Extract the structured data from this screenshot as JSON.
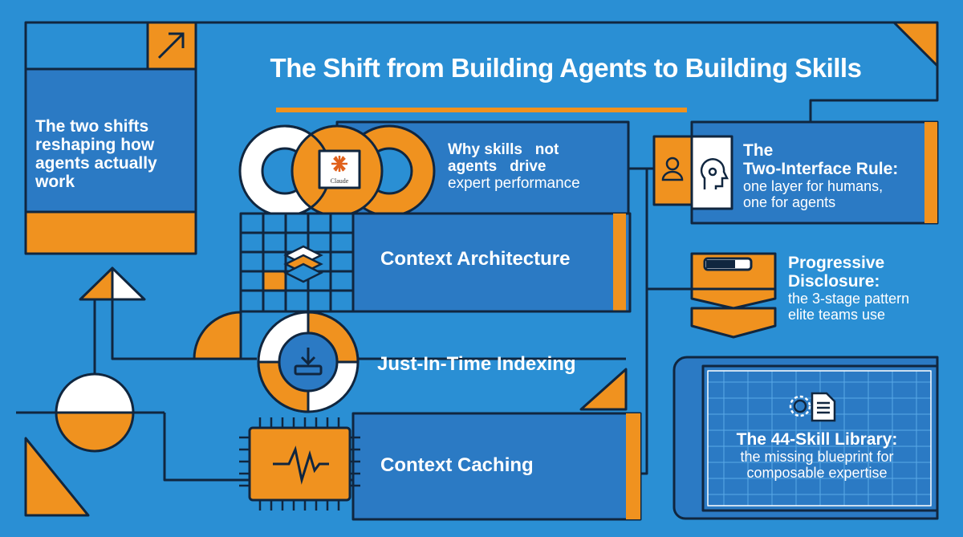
{
  "title": "The Shift from Building Agents to Building Skills",
  "intro": {
    "line1": "The two shifts",
    "line2": "reshaping how",
    "line3": "agents actually",
    "line4": "work"
  },
  "skills_panel": {
    "line1": "Why skills   not",
    "line2": "agents   drive",
    "line3": "expert performance",
    "badge": "Claude"
  },
  "rows": {
    "context_architecture": "Context Architecture",
    "jit_indexing": "Just-In-Time Indexing",
    "context_caching": "Context Caching"
  },
  "right_panels": {
    "two_interface": {
      "head1": "The",
      "head2": "Two-Interface Rule:",
      "sub1": "one layer for humans,",
      "sub2": "one for agents"
    },
    "progressive": {
      "head1": "Progressive",
      "head2": "Disclosure:",
      "sub1": "the 3-stage pattern",
      "sub2": "elite teams use"
    },
    "library": {
      "head": "The 44-Skill Library:",
      "sub1": "the missing blueprint for",
      "sub2": "composable expertise"
    }
  },
  "colors": {
    "background": "#2a8fd4",
    "panel": "#2b7ac4",
    "orange": "#f0921f",
    "line": "#10263f",
    "white": "#ffffff"
  },
  "icons": [
    "arrow-up-right-icon",
    "claude-logo-icon",
    "layers-icon",
    "download-icon",
    "waveform-icon",
    "user-icon",
    "head-gear-icon",
    "progress-bar-icon",
    "gear-document-icon"
  ]
}
